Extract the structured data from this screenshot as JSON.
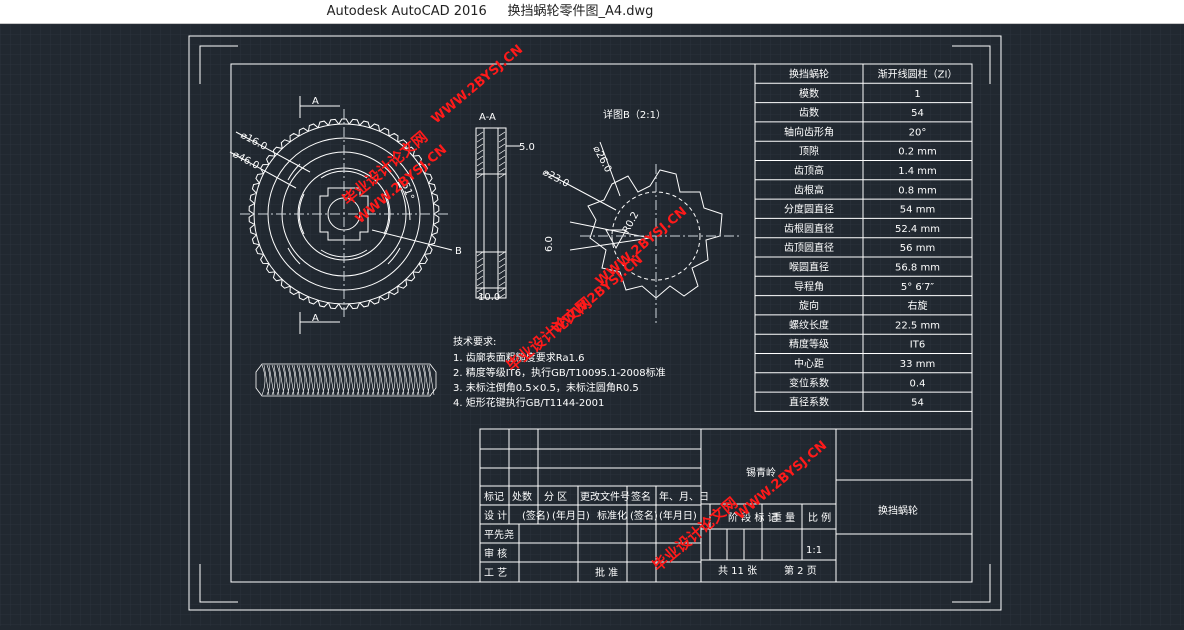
{
  "window": {
    "title": "Autodesk AutoCAD 2016     换挡蜗轮零件图_A4.dwg"
  },
  "drawing": {
    "section_marker": "A",
    "section_view_title": "A-A",
    "detail_view_title": "详图B（2:1）",
    "detail_marker": "B",
    "dims": {
      "d16": "⌀16.0",
      "d46": "⌀46.0",
      "angle": "51°",
      "d5": "5.0",
      "d10": "10.0",
      "d26": "⌀26.0",
      "d23": "⌀23.0",
      "d6": "6.0",
      "r": "R0.2"
    }
  },
  "params": [
    {
      "name": "换挡蜗轮",
      "value": "渐开线圆柱（ZI）"
    },
    {
      "name": "模数",
      "value": "1"
    },
    {
      "name": "齿数",
      "value": "54"
    },
    {
      "name": "轴向齿形角",
      "value": "20°"
    },
    {
      "name": "顶隙",
      "value": "0.2 mm"
    },
    {
      "name": "齿顶高",
      "value": "1.4 mm"
    },
    {
      "name": "齿根高",
      "value": "0.8 mm"
    },
    {
      "name": "分度圆直径",
      "value": "54 mm"
    },
    {
      "name": "齿根圆直径",
      "value": "52.4 mm"
    },
    {
      "name": "齿顶圆直径",
      "value": "56 mm"
    },
    {
      "name": "喉圆直径",
      "value": "56.8 mm"
    },
    {
      "name": "导程角",
      "value": "5° 6′7″"
    },
    {
      "name": "旋向",
      "value": "右旋"
    },
    {
      "name": "螺纹长度",
      "value": "22.5 mm"
    },
    {
      "name": "精度等级",
      "value": "IT6"
    },
    {
      "name": "中心距",
      "value": "33 mm"
    },
    {
      "name": "变位系数",
      "value": "0.4"
    },
    {
      "name": "直径系数",
      "value": "54"
    }
  ],
  "requirements": {
    "title": "技术要求:",
    "items": [
      "1.    齿廓表面粗糙度要求Ra1.6",
      "2.    精度等级IT6，执行GB/T10095.1-2008标准",
      "3.    未标注倒角0.5×0.5，未标注圆角R0.5",
      "4.    矩形花键执行GB/T1144-2001"
    ]
  },
  "title_block": {
    "school": "锡青岭",
    "part_name": "换挡蜗轮",
    "scale": "1:1",
    "header": [
      "标记",
      "处数",
      "分 区",
      "更改文件号",
      "签名",
      "年、月、日"
    ],
    "design_row": [
      "设  计",
      "(签名)",
      "(年月日)",
      "标准化",
      "(签名)",
      "(年月日)"
    ],
    "roles": [
      "平先尧",
      "审  核",
      "工  艺"
    ],
    "approve": "批 准",
    "stage_labels": [
      "阶 段 标 记",
      "重 量",
      "比 例"
    ],
    "sheets": "共 11 张",
    "sheet_no": "第 2 页"
  },
  "watermarks": {
    "url": "WWW.2BYSJ.CN",
    "site": "毕业设计论文网"
  },
  "colors": {
    "background": "#212830",
    "lines": "#ffffff",
    "grid": "#2b333d",
    "watermark": "#ff1a1a"
  }
}
